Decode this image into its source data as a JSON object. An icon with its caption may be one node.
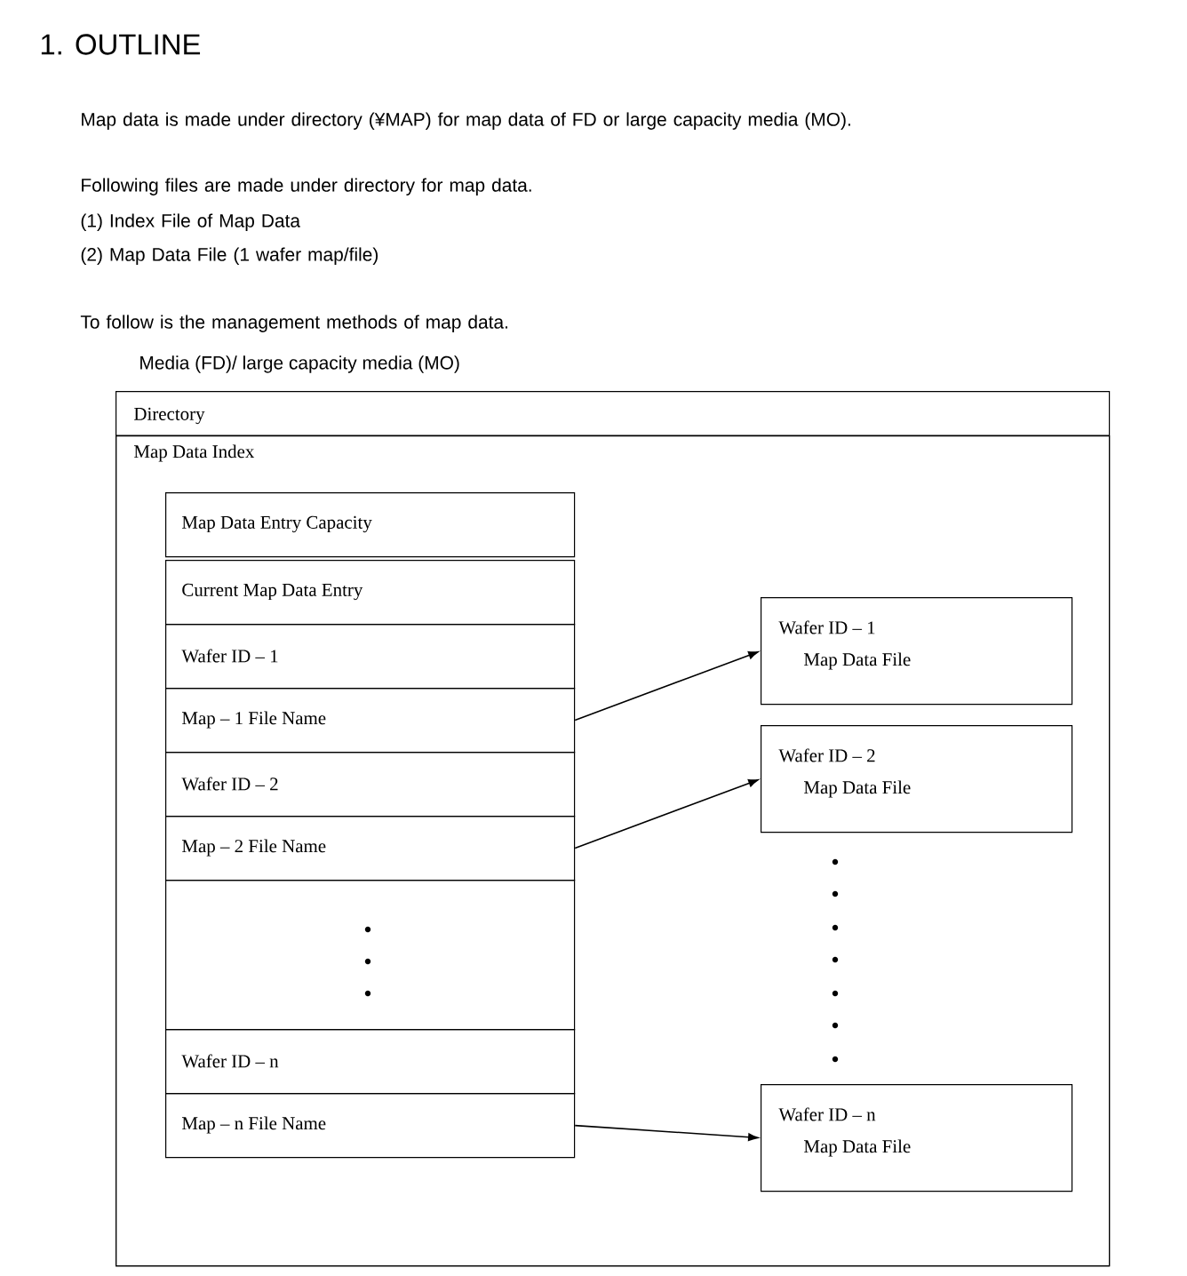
{
  "diagram": {
    "title": "1. OUTLINE",
    "nodes": [
      {
        "text": [
          "Media (FD)/ large capacity media (MO)",
          "Directory"
        ]
      },
      {
        "text": [
          "Map Data Index"
        ],
        "in": 0
      },
      {
        "text": [
          "Map Data Entry Capacity"
        ],
        "in": 1
      },
      {
        "text": [
          "Current Map Data Entry"
        ],
        "in": 1
      },
      {
        "text": [
          "Wafer ID – 1"
        ],
        "in": 1
      },
      {
        "text": [
          "Map – 1 File Name"
        ],
        "in": 1
      },
      {
        "text": [
          "Wafer ID – 2"
        ],
        "in": 1
      },
      {
        "text": [
          "Map – 2 File Name"
        ],
        "in": 1
      },
      {
        "text": [],
        "shape": "box",
        "in": 1
      },
      {
        "text": [
          "Wafer ID – n"
        ],
        "in": 1
      },
      {
        "text": [
          "Map – n File Name"
        ],
        "in": 1
      },
      {
        "text": [
          "Wafer ID – 1",
          "Map Data File"
        ],
        "in": 1
      },
      {
        "text": [
          "Wafer ID – 2",
          "Map Data File"
        ],
        "in": 1
      },
      {
        "text": [
          "Wafer ID – n",
          "Map Data File"
        ],
        "in": 1
      }
    ],
    "edges": [
      {
        "from": 5,
        "to": 11,
        "arrow": "to"
      },
      {
        "from": 7,
        "to": 12,
        "arrow": "to"
      },
      {
        "from": 10,
        "to": 13,
        "arrow": "to"
      }
    ],
    "labels": [
      "Map data is made under directory (¥MAP) for map data of FD or large capacity media (MO).",
      "Following files are made under directory for map data.",
      "(1) Index File of Map Data",
      "(2) Map Data File (1 wafer map/file)",
      "To follow is the management methods of map data."
    ]
  }
}
